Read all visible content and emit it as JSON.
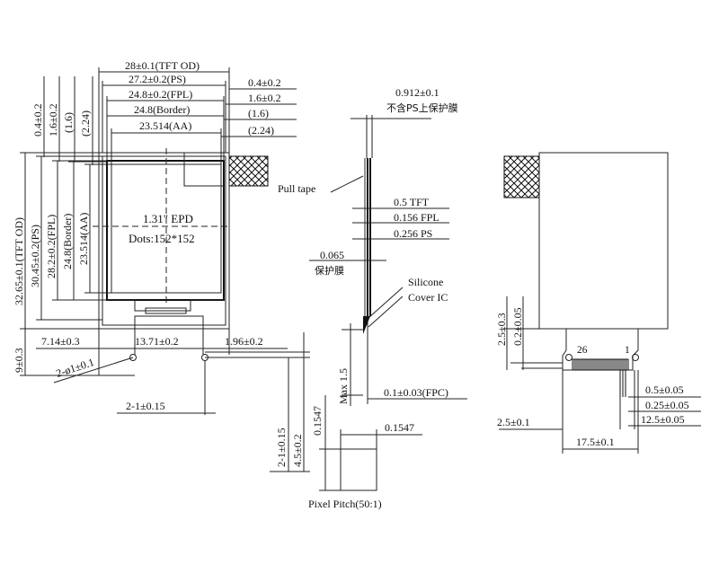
{
  "front_view": {
    "top_dims": [
      "28±0.1(TFT OD)",
      "27.2±0.2(PS)",
      "24.8±0.2(FPL)",
      "24.8(Border)",
      "23.514(AA)"
    ],
    "right_dims": [
      "0.4±0.2",
      "1.6±0.2",
      "(1.6)",
      "(2.24)"
    ],
    "left_top_dims": [
      "0.4±0.2",
      "1.6±0.2",
      "(1.6)",
      "(2.24)"
    ],
    "left_side_dims": [
      "32.65±0.1(TFT OD)",
      "30.45±0.2(PS)",
      "28.2±0.2(FPL)",
      "24.8(Border)",
      "23.514(AA)"
    ],
    "center_label_1": "1.31\" EPD",
    "center_label_2": "Dots:152*152",
    "bottom_dims": [
      "7.14±0.3",
      "13.71±0.2",
      "1.96±0.2"
    ],
    "left_bottom_dim": "9±0.3",
    "hole_dim": "2-ø1±0.1",
    "hole_pitch_dim": "2-1±0.15",
    "lower_vert_dims": [
      "2-1±0.15",
      "4.5±0.2",
      "0.1547"
    ]
  },
  "pixel": {
    "width_label": "0.1547",
    "caption": "Pixel Pitch(50:1)"
  },
  "side_view": {
    "top_dim": "0.912±0.1",
    "top_note": "不含PS上保护膜",
    "pull_tape": "Pull tape",
    "layers": [
      "0.5 TFT",
      "0.156 FPL",
      "0.256 PS"
    ],
    "film_dim": "0.065",
    "film_note": "保护膜",
    "silicone_1": "Silicone",
    "silicone_2": "Cover IC",
    "max_dim": "Max 1.5",
    "fpc_dim": "0.1±0.03(FPC)"
  },
  "back_view": {
    "pin_left": "26",
    "pin_right": "1",
    "left_dims": [
      "2.5±0.3",
      "0.2±0.05"
    ],
    "right_dims": [
      "0.5±0.05",
      "0.25±0.05",
      "12.5±0.05"
    ],
    "bottom_dims": [
      "2.5±0.1",
      "17.5±0.1"
    ]
  }
}
